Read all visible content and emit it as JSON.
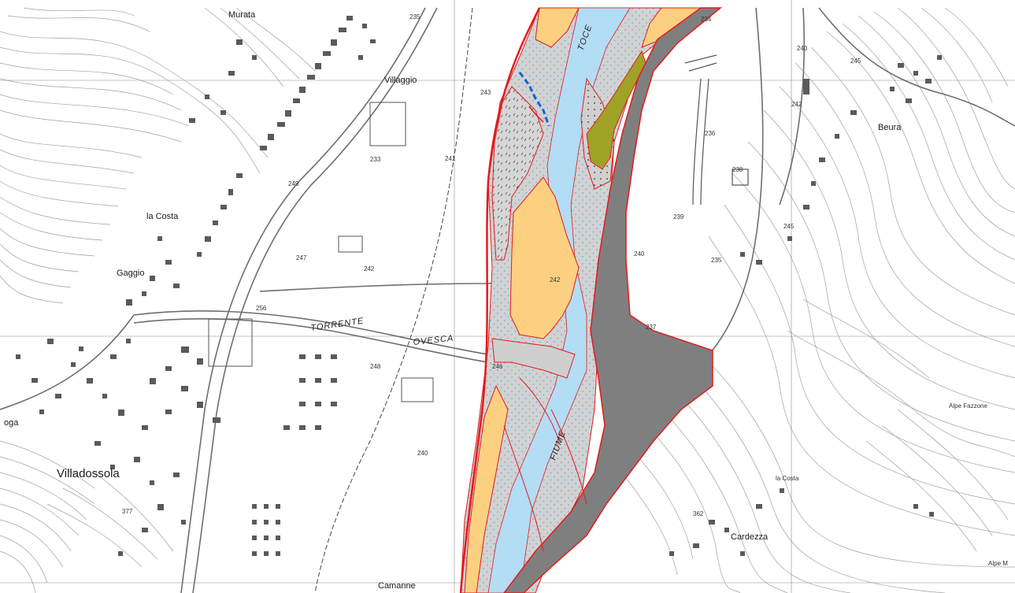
{
  "colors": {
    "background": "#ffffff",
    "grid": "#888888",
    "contour": "#9a9a9a",
    "building": "#555555",
    "road": "#7a7a7a",
    "boundary": "#e41a1c",
    "zone_gray": "#7f7f7f",
    "zone_orange": "#fdd081",
    "zone_blue": "#b3dcf5",
    "zone_stipple": "#d2d2d2",
    "zone_olive": "#9ea326",
    "dashed_line": "#1560d8"
  },
  "map_labels": {
    "villaggio": "Villaggio",
    "murata": "Murata",
    "beura": "Beura",
    "la_costa_west": "la Costa",
    "gaggio": "Gaggio",
    "villadossola": "Villadossola",
    "oga": "oga",
    "camanne": "Camanne",
    "cardezza": "Cardezza",
    "la_costa_east": "la Costa",
    "alpe_fazzone": "Alpe Fazzone",
    "alpe_m": "Alpe M",
    "torrente": "TORRENTE",
    "ovesca": "OVESCA",
    "fiume": "FIUME",
    "toce": "TOCE"
  },
  "elevations": {
    "e1": "235",
    "e2": "243",
    "e3": "241",
    "e4": "233",
    "e5": "249",
    "e6": "247",
    "e7": "242",
    "e8": "242",
    "e9": "240",
    "e10": "237",
    "e11": "235",
    "e12": "238",
    "e13": "239",
    "e14": "236",
    "e15": "234",
    "e16": "240",
    "e17": "245",
    "e18": "242",
    "e19": "245",
    "e20": "248",
    "e21": "256",
    "e22": "240",
    "e23": "246",
    "e24": "377",
    "e25": "362"
  }
}
